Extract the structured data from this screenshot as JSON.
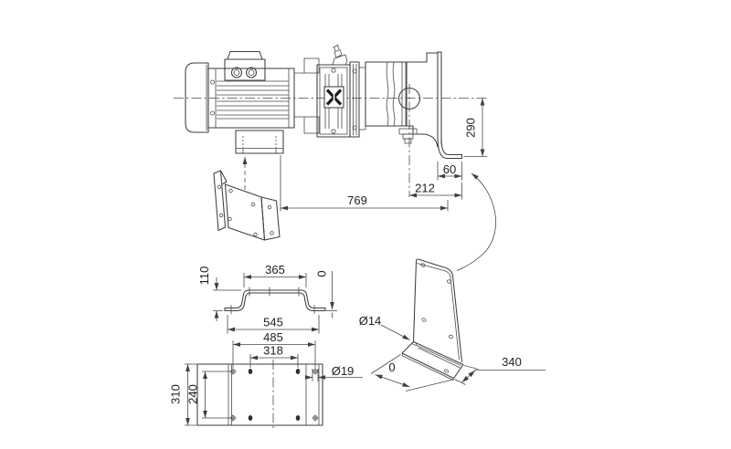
{
  "drawing": {
    "side_view": {
      "dim_290": "290",
      "dim_60": "60",
      "dim_212": "212",
      "dim_769": "769"
    },
    "profile_view": {
      "dim_365": "365",
      "dim_110": "110",
      "dim_zero": "0"
    },
    "plate_view": {
      "dim_545": "545",
      "dim_485": "485",
      "dim_318": "318",
      "dim_310": "310",
      "dim_240": "240",
      "dim_hole_dia": "Ø19"
    },
    "bracket_view": {
      "dim_hole_dia": "Ø14",
      "dim_zero": "0",
      "dim_340": "340"
    }
  },
  "colors": {
    "line": "#3d3d3d",
    "dimension": "#4a4a4a",
    "text": "#1f1f1f",
    "background": "#ffffff"
  }
}
